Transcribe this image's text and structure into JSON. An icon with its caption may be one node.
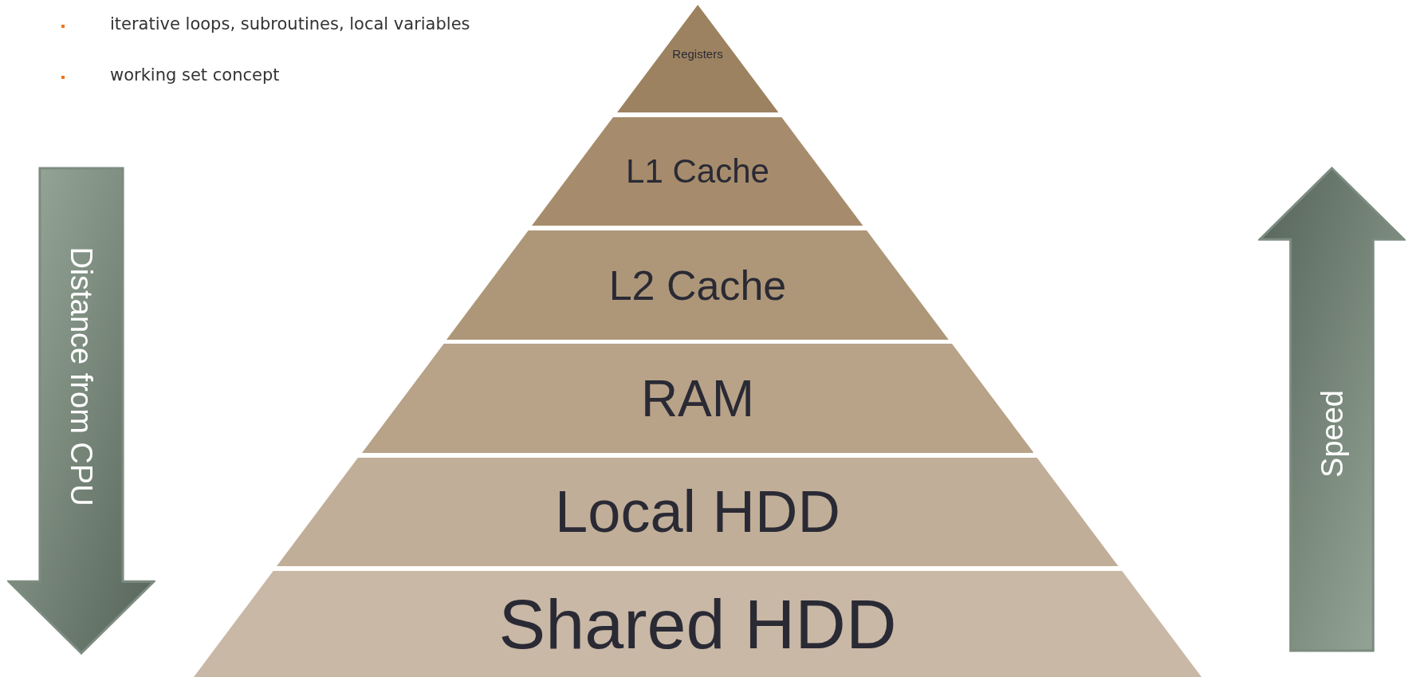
{
  "diagram": {
    "nodes": [
      {
        "text": [
          "Registers"
        ]
      },
      {
        "text": [
          "L1 Cache"
        ]
      },
      {
        "text": [
          "L2 Cache"
        ]
      },
      {
        "text": [
          "RAM"
        ]
      },
      {
        "text": [
          "Local HDD"
        ]
      },
      {
        "text": [
          "Shared HDD"
        ]
      },
      {
        "text": [
          "Distance from CPU"
        ]
      },
      {
        "text": [
          "Speed"
        ]
      }
    ],
    "labels": [
      "iterative loops, subroutines, local variables",
      "working set concept"
    ]
  }
}
